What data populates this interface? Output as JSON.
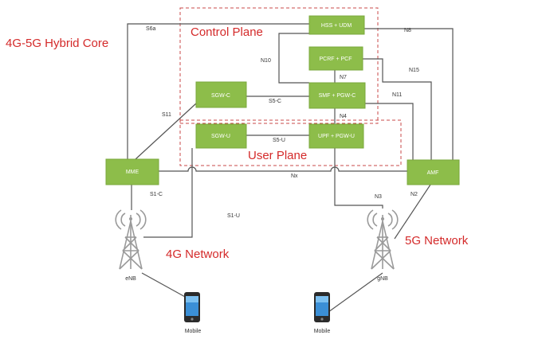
{
  "titles": {
    "core": "4G-5G Hybrid Core",
    "control_plane": "Control Plane",
    "user_plane": "User Plane",
    "network_4g": "4G Network",
    "network_5g": "5G Network"
  },
  "nodes": {
    "hss_udm": "HSS + UDM",
    "pcrf_pcf": "PCRF + PCF",
    "sgw_c": "SGW-C",
    "smf_pgw_c": "SMF + PGW-C",
    "sgw_u": "SGW-U",
    "upf_pgw_u": "UPF + PGW-U",
    "mme": "MME",
    "amf": "AMF"
  },
  "devices": {
    "enb": "eNB",
    "gnb": "gNB",
    "mobile_left": "Mobile",
    "mobile_right": "Mobile"
  },
  "interfaces": {
    "s6a": "S6a",
    "n8": "N8",
    "n10": "N10",
    "n7": "N7",
    "n15": "N15",
    "s5c": "S5-C",
    "n11": "N11",
    "n4": "N4",
    "s11": "S11",
    "s5u": "S5-U",
    "nx": "Nx",
    "s1c": "S1-C",
    "n2": "N2",
    "n3": "N3",
    "s1u": "S1-U"
  },
  "colors": {
    "node_fill": "#8dbd4a",
    "plane_border": "#c84a4a",
    "label_red": "#d42a2a",
    "line": "#555555"
  }
}
